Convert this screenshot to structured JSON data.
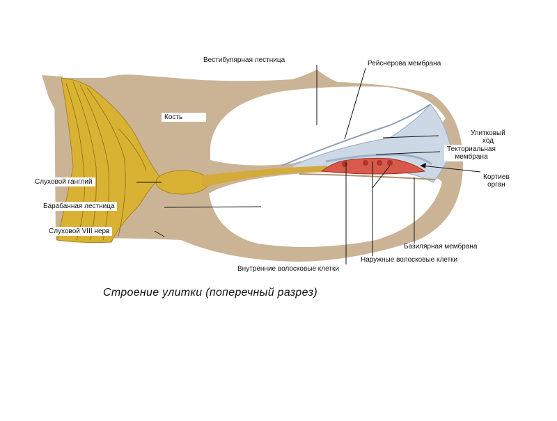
{
  "diagram": {
    "caption": "Строение улитки (поперечный разрез)",
    "labels": {
      "vestibular_scala": "Вестибулярная лестница",
      "reissner_membrane": "Рейснерова мембрана",
      "bone": "Кость",
      "cochlear_duct": "Улитковый\nход",
      "tectorial_membrane": "Текториальная\nмембрана",
      "organ_of_corti": "Кортиев\nорган",
      "spiral_ganglion": "Слуховой ганглий",
      "tympanic_scala": "Барабанная лестница",
      "auditory_nerve": "Слуховой VIII нерв",
      "basilar_membrane": "Базилярная мембрана",
      "outer_hair_cells": "Наружные волосковые клетки",
      "inner_hair_cells": "Внутренние волосковые клетки"
    },
    "colors": {
      "bone": "#cbb496",
      "canal": "#ffffff",
      "nerve": "#d9b233",
      "duct": "#cdd8e6",
      "organ": "#d85a4a"
    }
  }
}
